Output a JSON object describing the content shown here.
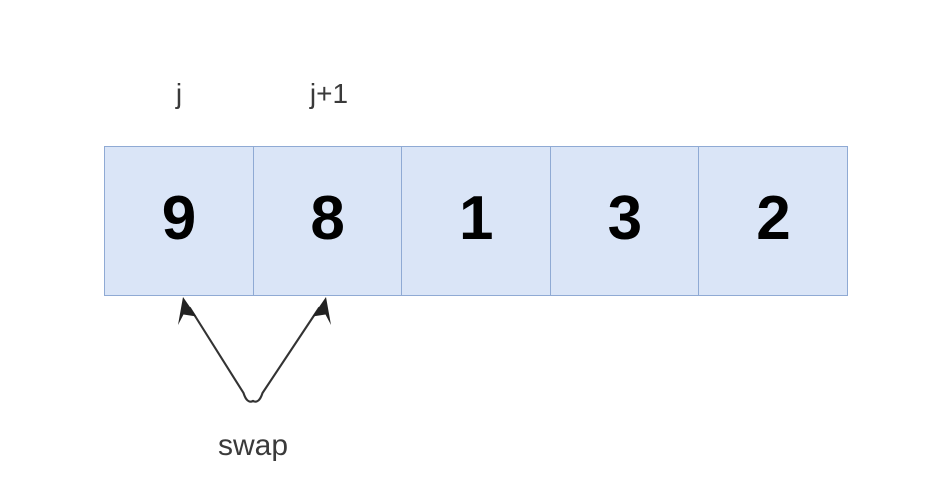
{
  "diagram": {
    "title": "bubble-sort-swap-step",
    "background_color": "#ffffff",
    "pointers": [
      {
        "id": "j",
        "label": "j",
        "cell_index": 0
      },
      {
        "id": "j1",
        "label": "j+1",
        "cell_index": 1
      }
    ],
    "array": {
      "cells": [
        {
          "value": "9"
        },
        {
          "value": "8"
        },
        {
          "value": "1"
        },
        {
          "value": "3"
        },
        {
          "value": "2"
        }
      ],
      "fill_color": "#dae5f7",
      "border_color": "#8faad4",
      "value_color": "#000000"
    },
    "annotation": {
      "swap_label": "swap",
      "label_color": "#3a3a3a",
      "arrow_color": "#333333",
      "arrow_from_cell": 0,
      "arrow_to_cell": 1
    }
  }
}
